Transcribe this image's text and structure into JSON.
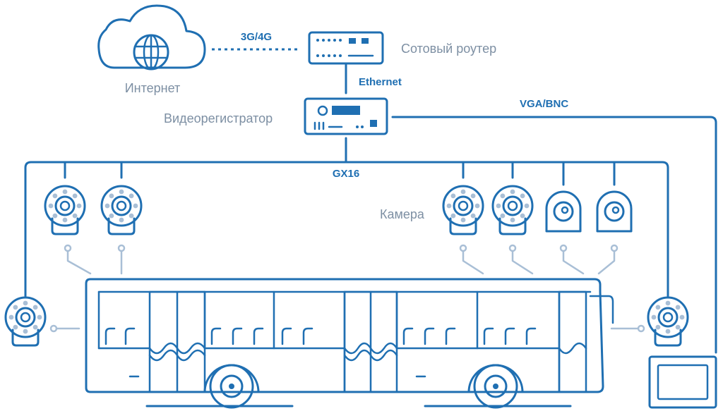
{
  "labels": {
    "internet": "Интернет",
    "router": "Сотовый роутер",
    "dvr": "Видеорегистратор",
    "camera": "Камера",
    "link_3g4g": "3G/4G",
    "link_ethernet": "Ethernet",
    "link_vga": "VGA/BNC",
    "link_gx16": "GX16"
  },
  "icons": {
    "cloud": "cloud-icon",
    "globe": "globe-icon",
    "router": "router-icon",
    "dvr": "dvr-icon",
    "camera_ring": "ir-camera-icon",
    "camera_dome": "dome-camera-icon",
    "monitor": "monitor-icon",
    "bus": "bus-icon"
  },
  "colors": {
    "primary": "#1f6fb2",
    "light": "#a9bfd6",
    "label_grey": "#7d8fa3"
  }
}
